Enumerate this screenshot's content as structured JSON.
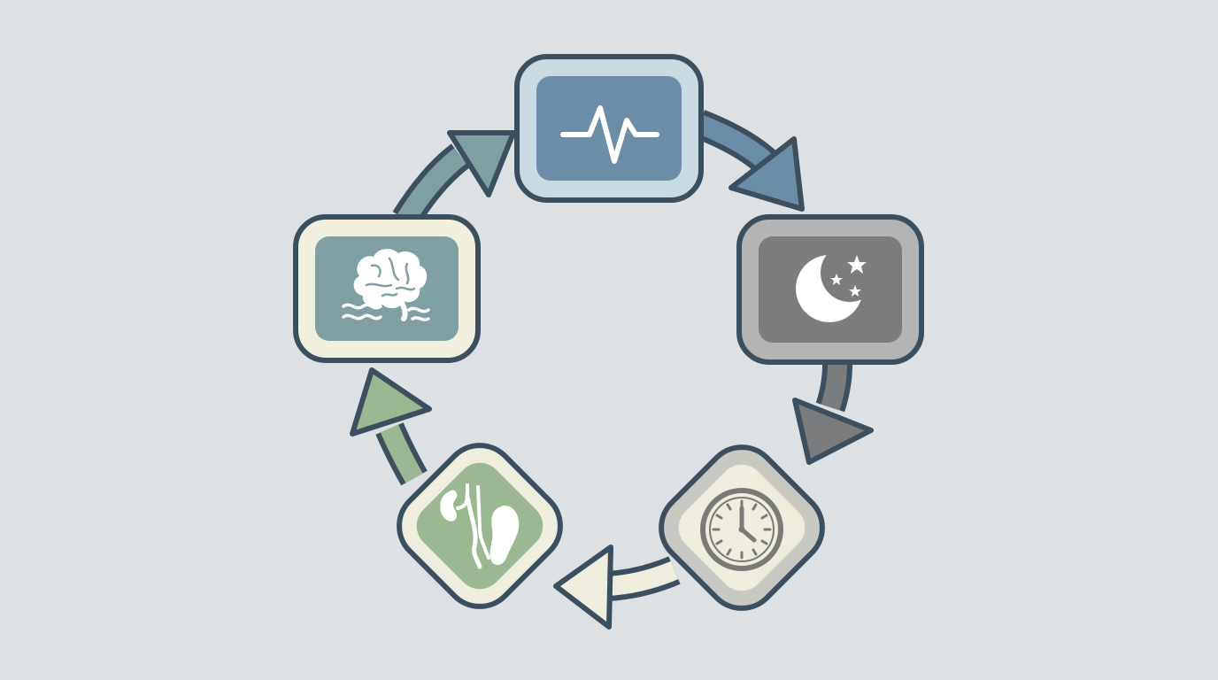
{
  "diagram": {
    "type": "cycle",
    "colors": {
      "background": "#dde1e4",
      "outline": "#3b4f5f",
      "cream": "#f1efdd",
      "blue": "#6b8ea6",
      "dark_gray": "#7a7c7e",
      "beige": "#efeddd",
      "green": "#9cb892",
      "teal_gray": "#7fa0a3",
      "icon_white": "#ffffff",
      "clock": "#7a7a78"
    },
    "nodes": [
      {
        "id": "heart-rate",
        "icon": "heartbeat-icon",
        "shape": "rounded-square"
      },
      {
        "id": "sleep",
        "icon": "moon-stars-icon",
        "shape": "rounded-square"
      },
      {
        "id": "time",
        "icon": "clock-icon",
        "shape": "rounded-diamond"
      },
      {
        "id": "kidney-foot",
        "icon": "kidney-footprint-icon",
        "shape": "rounded-diamond"
      },
      {
        "id": "brain",
        "icon": "brain-waves-icon",
        "shape": "rounded-square"
      }
    ],
    "edges": [
      {
        "from": "heart-rate",
        "to": "sleep"
      },
      {
        "from": "sleep",
        "to": "time"
      },
      {
        "from": "time",
        "to": "kidney-foot"
      },
      {
        "from": "kidney-foot",
        "to": "brain"
      },
      {
        "from": "brain",
        "to": "heart-rate"
      }
    ]
  }
}
